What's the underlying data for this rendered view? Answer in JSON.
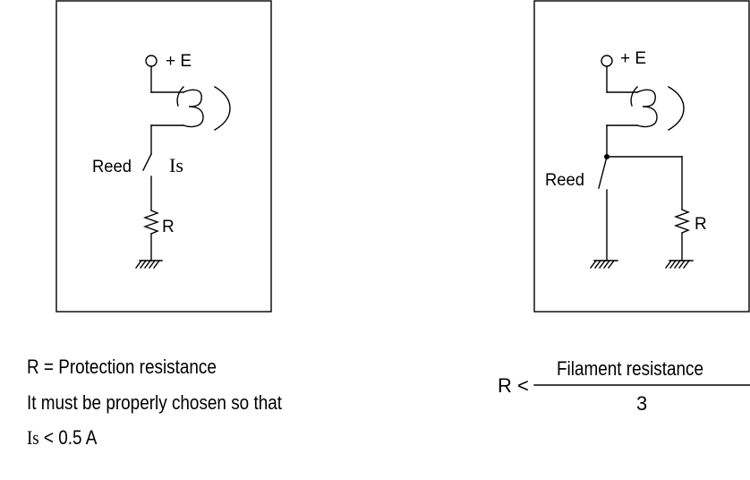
{
  "left_circuit": {
    "supply_label": "+ E",
    "switch_label": "Reed",
    "current_label": "Is",
    "resistor_label": "R"
  },
  "right_circuit": {
    "supply_label": "+ E",
    "switch_label": "Reed",
    "resistor_label": "R"
  },
  "left_notes": {
    "line1": "R = Protection resistance",
    "line2": "It must be properly chosen so that",
    "line3_symbol": "Is",
    "line3_rest": " < 0.5 A"
  },
  "right_formula": {
    "lhs": "R <",
    "numerator": "Filament resistance",
    "denominator": "3"
  }
}
